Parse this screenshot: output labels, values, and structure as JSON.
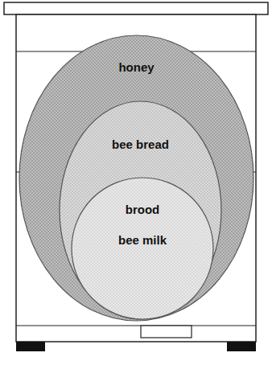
{
  "diagram": {
    "nodes": [
      {
        "text": [
          "honey"
        ]
      },
      {
        "text": [
          "bee bread"
        ],
        "in": 0
      },
      {
        "text": [
          "brood",
          "bee milk"
        ],
        "in": 1
      }
    ]
  }
}
